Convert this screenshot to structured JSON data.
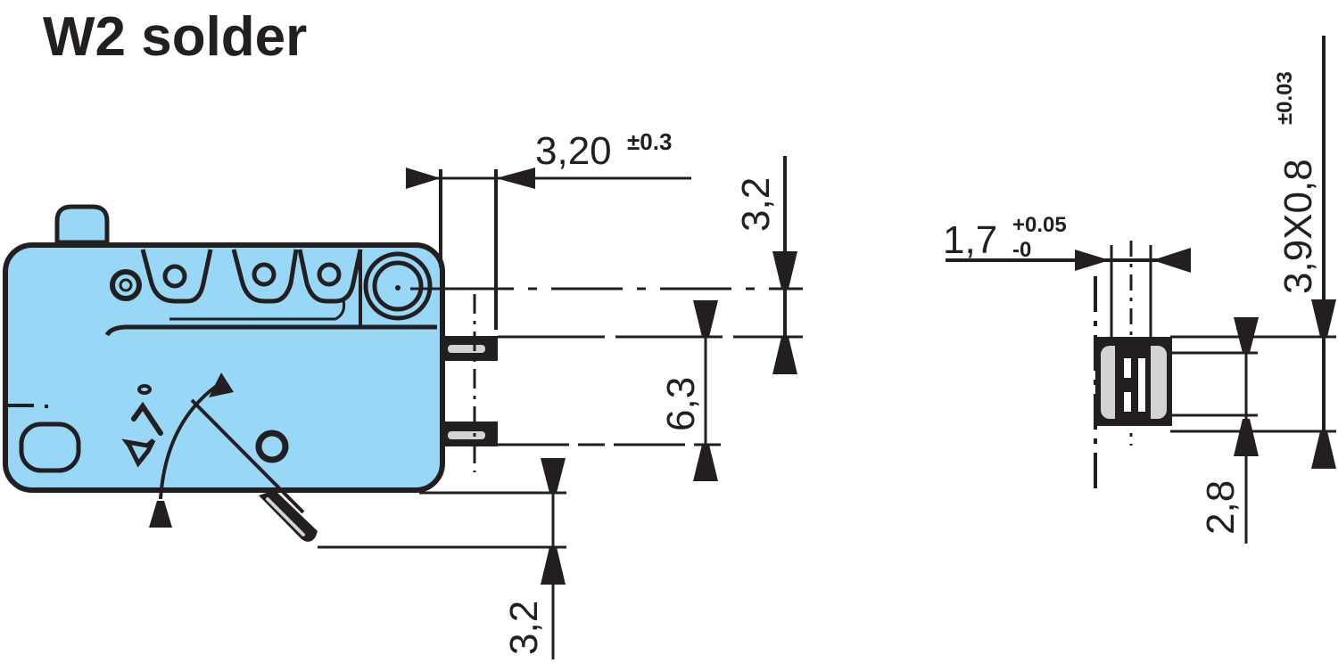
{
  "title": "W2 solder",
  "colors": {
    "body_fill": "#98d8f6",
    "line": "#231f20",
    "terminal_fill": "#d1d3d4",
    "background": "#ffffff"
  },
  "side_view": {
    "dimensions": {
      "terminal_length": {
        "value": "3,20",
        "tolerance": "±0.3"
      },
      "top_offset": {
        "value": "3,2"
      },
      "terminal_pitch": {
        "value": "6,3"
      },
      "bottom_offset": {
        "value": "3,2"
      }
    }
  },
  "end_view": {
    "dimensions": {
      "terminal_thickness": {
        "value": "1,7",
        "tolerance_upper": "+0.05",
        "tolerance_lower": "-0"
      },
      "terminal_section": {
        "value": "3,9X0,8",
        "tolerance": "±0.03"
      },
      "terminal_offset": {
        "value": "2,8"
      }
    }
  }
}
